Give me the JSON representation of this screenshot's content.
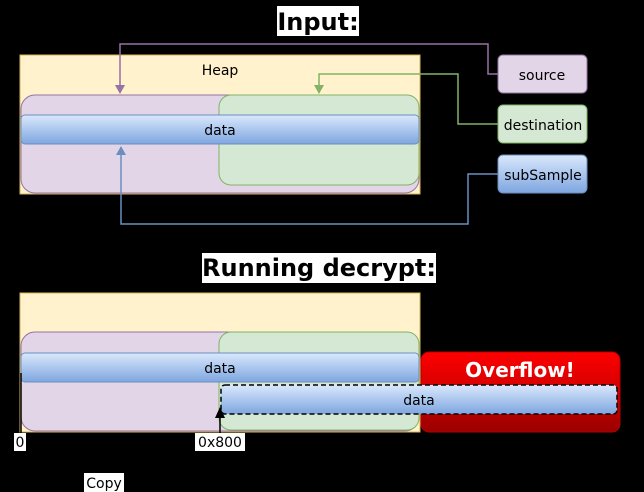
{
  "input_section": {
    "title": "Input:",
    "heap_label": "Heap",
    "data_label": "data",
    "legend": {
      "source": "source",
      "destination": "destination",
      "subsample": "subSample"
    }
  },
  "running_section": {
    "title": "Running decrypt:",
    "data_label": "data",
    "copied_data_label": "data",
    "overflow_label": "Overflow!",
    "offset_zero": "0",
    "offset_dest": "0x800",
    "copy_label": "Copy"
  },
  "colors": {
    "heap_fill": "#fff2cc",
    "heap_stroke": "#d6b656",
    "source_fill": "#e1d5e7",
    "source_stroke": "#9673a6",
    "destination_fill": "#d5e8d4",
    "destination_stroke": "#82b366",
    "data_top": "#dae8fc",
    "data_bottom": "#7ea6e0",
    "data_stroke": "#6c8ebf",
    "overflow_top": "#ff0000",
    "overflow_bottom": "#990000"
  }
}
